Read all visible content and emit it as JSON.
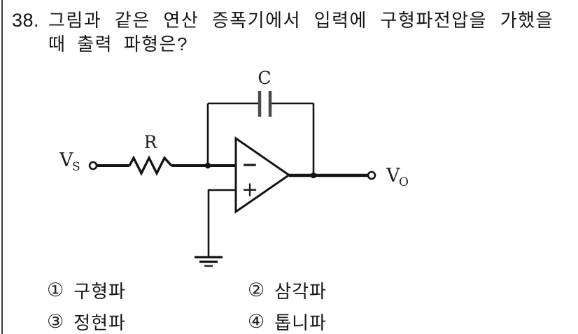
{
  "question": {
    "number": "38.",
    "line1": "그림과 같은 연산 증폭기에서 입력에 구형파전압을 가했을",
    "line2": "때 출력 파형은?"
  },
  "circuit": {
    "labels": {
      "input_v": "V",
      "input_sub": "S",
      "resistor": "R",
      "capacitor": "C",
      "opamp_minus": "−",
      "opamp_plus": "+",
      "output_v": "V",
      "output_sub": "O"
    },
    "line_color": "#141414",
    "plate_color": "#4a4a4a"
  },
  "options": [
    {
      "marker": "①",
      "label": "구형파"
    },
    {
      "marker": "②",
      "label": "삼각파"
    },
    {
      "marker": "③",
      "label": "정현파"
    },
    {
      "marker": "④",
      "label": "톱니파"
    }
  ]
}
